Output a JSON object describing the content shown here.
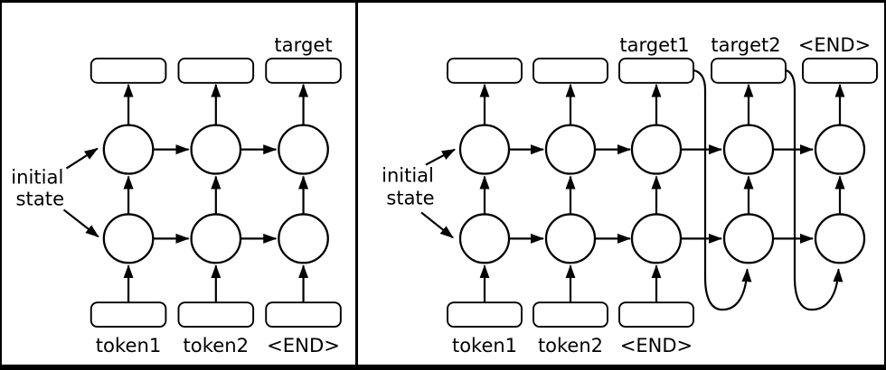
{
  "colors": {
    "stroke": "#000000",
    "background": "#ffffff",
    "text": "#000000"
  },
  "left_panel": {
    "target_label": "target",
    "initial_line1": "initial",
    "initial_line2": "state",
    "input_labels": [
      "token1",
      "token2",
      "<END>"
    ]
  },
  "right_panel": {
    "output_labels": [
      "target1",
      "target2",
      "<END>"
    ],
    "initial_line1": "initial",
    "initial_line2": "state",
    "input_labels": [
      "token1",
      "token2",
      "<END>"
    ]
  }
}
